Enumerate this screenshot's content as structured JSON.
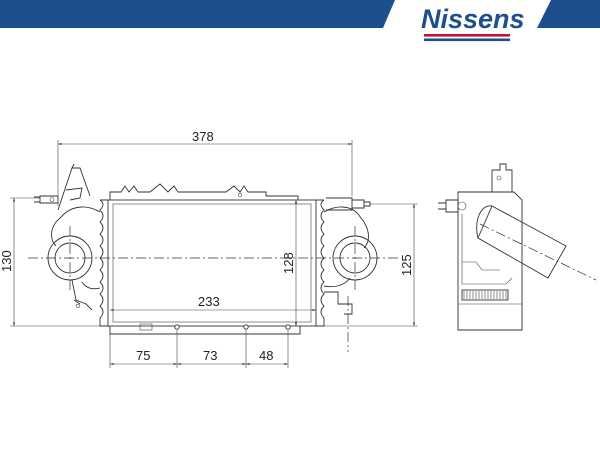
{
  "brand": {
    "logo_text": "Nissens",
    "colors": {
      "banner": "#1d4f8c",
      "stripe_red": "#c8102e",
      "stripe_blue": "#1d4f8c"
    }
  },
  "dimensions": {
    "overall_width": "378",
    "overall_height": "130",
    "core_height": "128",
    "side_height": "125",
    "core_width": "233",
    "mount_1": "75",
    "mount_2": "73",
    "mount_3": "48"
  }
}
